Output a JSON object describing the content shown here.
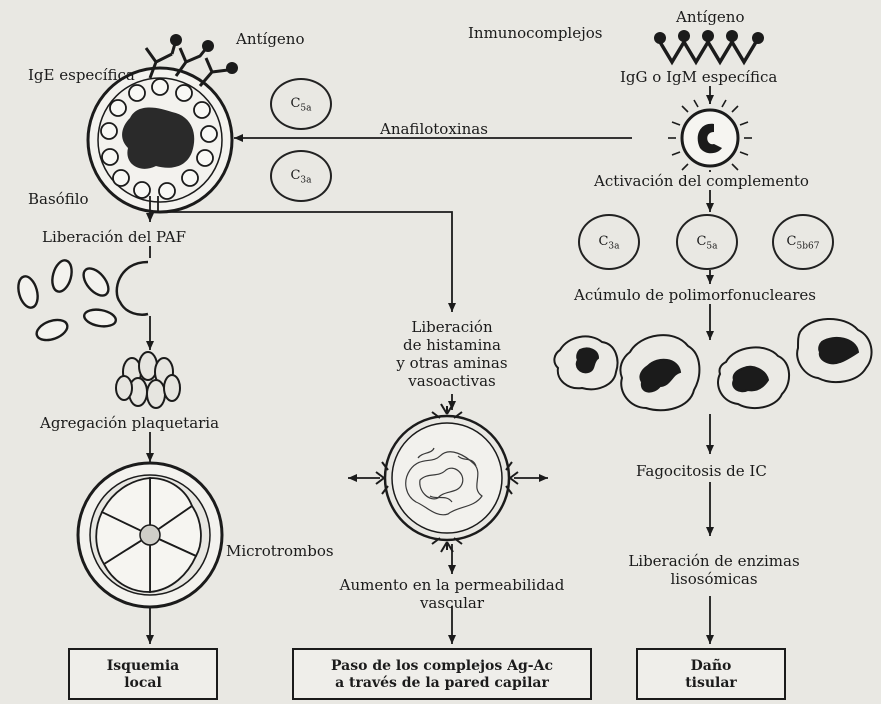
{
  "labels": {
    "antigeno_left": "Antígeno",
    "ige": "IgE específica",
    "basofilo": "Basófilo",
    "anafilotoxinas": "Anafilotoxinas",
    "inmunocomplejos": "Inmunocomplejos",
    "antigeno_right": "Antígeno",
    "igg": "IgG o IgM específica",
    "activacion": "Activación del complemento",
    "paf": "Liberación del PAF",
    "acumulo": "Acúmulo de polimorfonucleares",
    "histamina_1": "Liberación",
    "histamina_2": "de histamina",
    "histamina_3": "y otras aminas",
    "histamina_4": "vasoactivas",
    "agregacion": "Agregación plaquetaria",
    "fagocitosis": "Fagocitosis de IC",
    "microtrombos": "Microtrombos",
    "enzimas_1": "Liberación de enzimas",
    "enzimas_2": "lisosómicas",
    "permeab_1": "Aumento en la permeabilidad",
    "permeab_2": "vascular"
  },
  "complement": {
    "c5a_left": {
      "base": "C",
      "sub": "5a"
    },
    "c3a_left": {
      "base": "C",
      "sub": "3a"
    },
    "c3a": {
      "base": "C",
      "sub": "3a"
    },
    "c5a": {
      "base": "C",
      "sub": "5a"
    },
    "c5b67": {
      "base": "C",
      "sub": "5b67"
    }
  },
  "outcomes": {
    "isquemia_1": "Isquemia",
    "isquemia_2": "local",
    "paso_1": "Paso de los complejos Ag-Ac",
    "paso_2": "a través de la pared capilar",
    "dano_1": "Daño",
    "dano_2": "tisular"
  }
}
